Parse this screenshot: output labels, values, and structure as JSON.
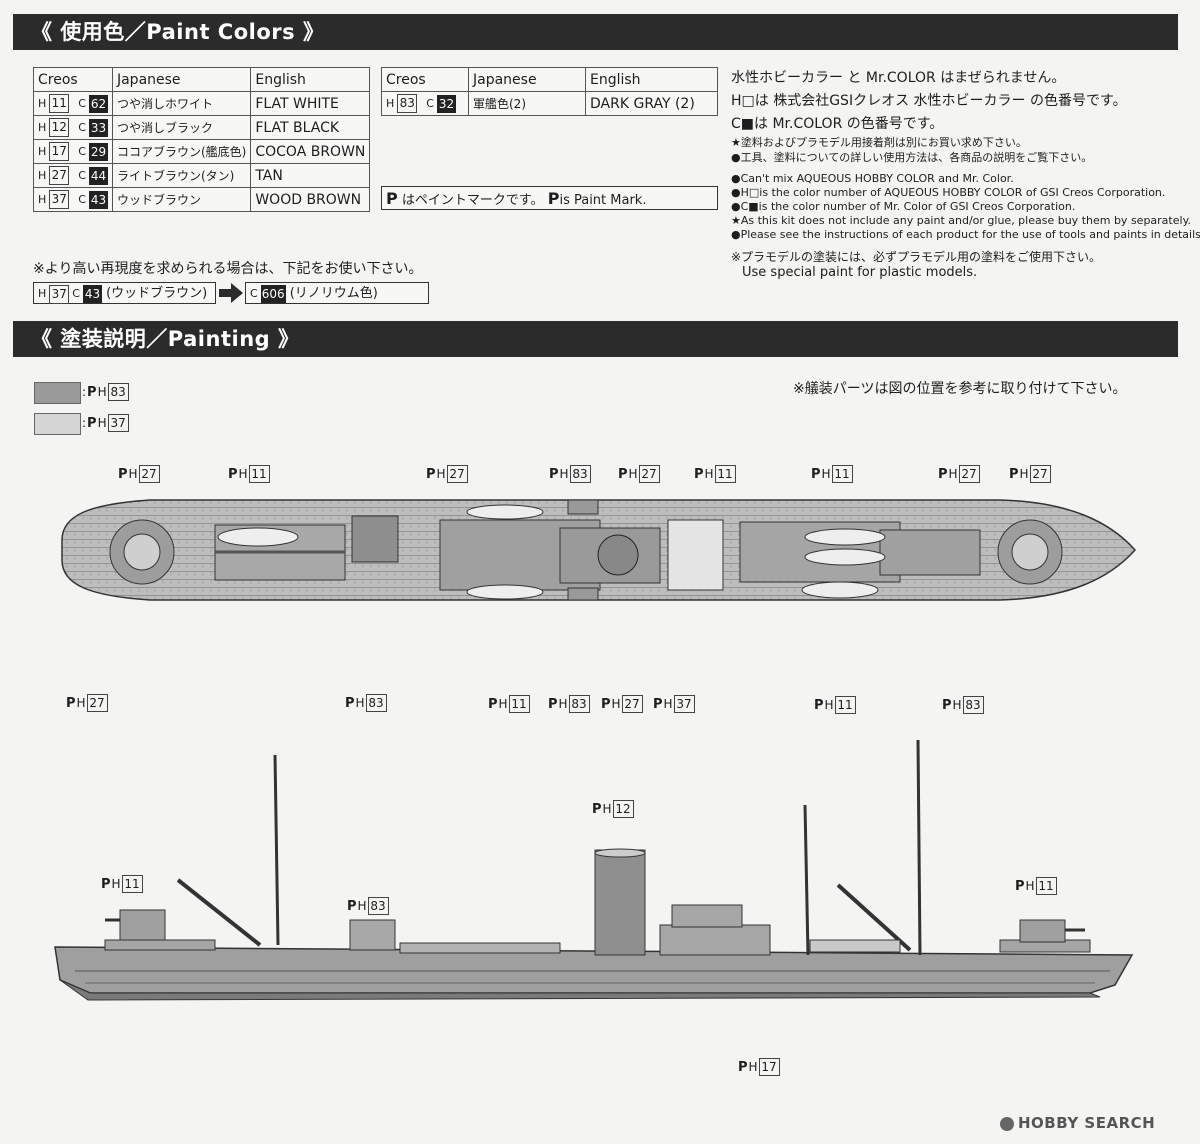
{
  "sections": {
    "paint_colors": "《 使用色／Paint Colors 》",
    "painting": "《 塗装説明／Painting 》"
  },
  "color_table": {
    "headers": [
      "Creos",
      "Japanese",
      "English"
    ],
    "rows_left": [
      {
        "h": "11",
        "c": "62",
        "jp": "つや消しホワイト",
        "en": "FLAT WHITE"
      },
      {
        "h": "12",
        "c": "33",
        "jp": "つや消しブラック",
        "en": "FLAT BLACK"
      },
      {
        "h": "17",
        "c": "29",
        "jp": "ココアブラウン(艦底色)",
        "en": "COCOA BROWN"
      },
      {
        "h": "27",
        "c": "44",
        "jp": "ライトブラウン(タン)",
        "en": "TAN"
      },
      {
        "h": "37",
        "c": "43",
        "jp": "ウッドブラウン",
        "en": "WOOD BROWN"
      }
    ],
    "rows_right": [
      {
        "h": "83",
        "c": "32",
        "jp": "軍艦色(2)",
        "en": "DARK GRAY (2)"
      }
    ],
    "paint_mark_note": "はペイントマークです。",
    "paint_mark_en": "is Paint Mark."
  },
  "letters": {
    "h": "H",
    "c": "C",
    "p": "P"
  },
  "notes": {
    "mix_jp": "水性ホビーカラー と Mr.COLOR はまぜられません。",
    "h_jp": "H□は 株式会社GSIクレオス 水性ホビーカラー の色番号です。",
    "c_jp": "C■は Mr.COLOR の色番号です。",
    "buy_jp": "★塗料およびプラモデル用接着剤は別にお買い求め下さい。",
    "tools_jp": "●工具、塗料についての詳しい使用方法は、各商品の説明をご覧下さい。",
    "mix_en": "●Can't mix AQUEOUS HOBBY COLOR and Mr. Color.",
    "h_en": "●H□is the color number of AQUEOUS HOBBY COLOR of GSI Creos Corporation.",
    "c_en": "●C■is the color number of Mr. Color of GSI Creos Corporation.",
    "buy_en": "★As this kit does not include any paint and/or glue, please buy them by separately.",
    "instr_en": "●Please see the instructions of each product for the use of tools and paints in details.",
    "special_jp": "※プラモデルの塗装には、必ずプラモデル用の塗料をご使用下さい。",
    "special_en": "Use special paint for plastic models."
  },
  "recommend": {
    "text": "※より高い再現度を求められる場合は、下記をお使い下さい。",
    "from_h": "37",
    "from_c": "43",
    "from_label": "(ウッドブラウン)",
    "to_c": "606",
    "to_label": "(リノリウム色)"
  },
  "legend": {
    "dark": "83",
    "light": "37",
    "colors": {
      "dark": "#9a9a9a",
      "light": "#d6d6d6"
    }
  },
  "fitting_note": "※艤装パーツは図の位置を参考に取り付けて下さい。",
  "top_view_marks": [
    "27",
    "11",
    "27",
    "83",
    "27",
    "11",
    "11",
    "27",
    "27"
  ],
  "top_view_bottom_marks": [
    "27",
    "83",
    "11",
    "83",
    "27",
    "37",
    "11",
    "83"
  ],
  "side_view_marks": [
    "12",
    "11",
    "83",
    "11",
    "17"
  ],
  "watermark": "HOBBY SEARCH"
}
